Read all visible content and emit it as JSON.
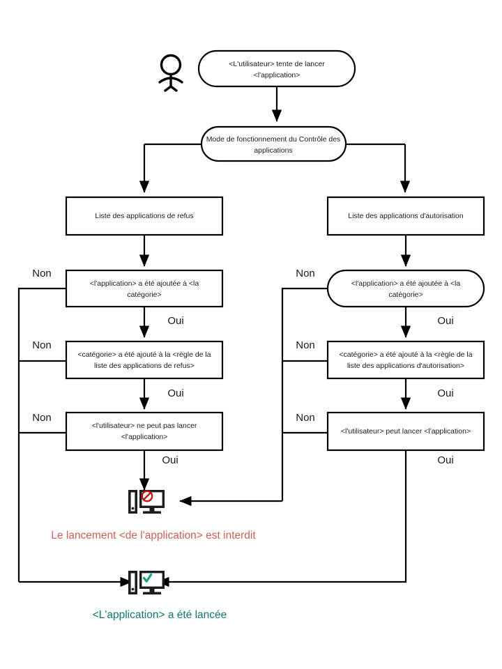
{
  "diagram": {
    "title": "Mode de fonctionnement du Contrôle des applications",
    "language": "fr",
    "colors": {
      "line": "#000000",
      "node_fill": "#ffffff",
      "text": "#1a1a1a",
      "deny_caption": "#cc6055",
      "allow_caption": "#0c7a6d",
      "deny_badge": "#c0151d",
      "allow_badge": "#14a085",
      "icon_body": "#1d1d1d"
    },
    "actor": {
      "name": "user-actor",
      "label": ""
    },
    "nodes": [
      {
        "id": "start",
        "shape": "stadium",
        "lines": [
          "<L'utilisateur> tente de lancer",
          "<l'application>"
        ]
      },
      {
        "id": "mode",
        "shape": "stadium",
        "lines": [
          "Mode de fonctionnement du Contrôle des",
          "applications"
        ]
      },
      {
        "id": "deny-list",
        "shape": "rect",
        "lines": [
          "Liste des applications de refus"
        ]
      },
      {
        "id": "allow-list",
        "shape": "rect",
        "lines": [
          "Liste des applications d'autorisation"
        ]
      },
      {
        "id": "deny-app-added",
        "shape": "rect",
        "lines": [
          "<l'application> a été ajoutée à <la",
          "catégorie>"
        ]
      },
      {
        "id": "allow-app-added",
        "shape": "stadium",
        "lines": [
          "<l'application> a été ajoutée à <la",
          "catégorie>"
        ]
      },
      {
        "id": "deny-cat-added",
        "shape": "rect",
        "lines": [
          "<catégorie> a été ajouté à la <règle de la",
          "liste des applications de refus>"
        ]
      },
      {
        "id": "allow-cat-added",
        "shape": "rect",
        "lines": [
          "<catégorie> a été ajouté à la <règle de la",
          "liste des applications d'autorisation>"
        ]
      },
      {
        "id": "deny-result",
        "shape": "rect",
        "lines": [
          "<l'utilisateur> ne peut pas lancer",
          "<l'application>"
        ]
      },
      {
        "id": "allow-result",
        "shape": "rect",
        "lines": [
          "<l'utilisateur> peut lancer <l'application>"
        ]
      }
    ],
    "edge_labels": {
      "non_left_1": "Non",
      "non_left_2": "Non",
      "non_left_3": "Non",
      "oui_left_1": "Oui",
      "oui_left_2": "Oui",
      "oui_left_3": "Oui",
      "non_right_1": "Non",
      "non_right_2": "Non",
      "non_right_3": "Non",
      "oui_right_1": "Oui",
      "oui_right_2": "Oui",
      "oui_right_3": "Oui"
    },
    "outcomes": [
      {
        "id": "blocked",
        "icon": "computer-blocked-icon",
        "caption": "Le lancement <de l'application> est interdit",
        "color": "#cc6055"
      },
      {
        "id": "launched",
        "icon": "computer-allowed-icon",
        "caption": "<L'application> a été lancée",
        "color": "#0c7a6d"
      }
    ]
  }
}
